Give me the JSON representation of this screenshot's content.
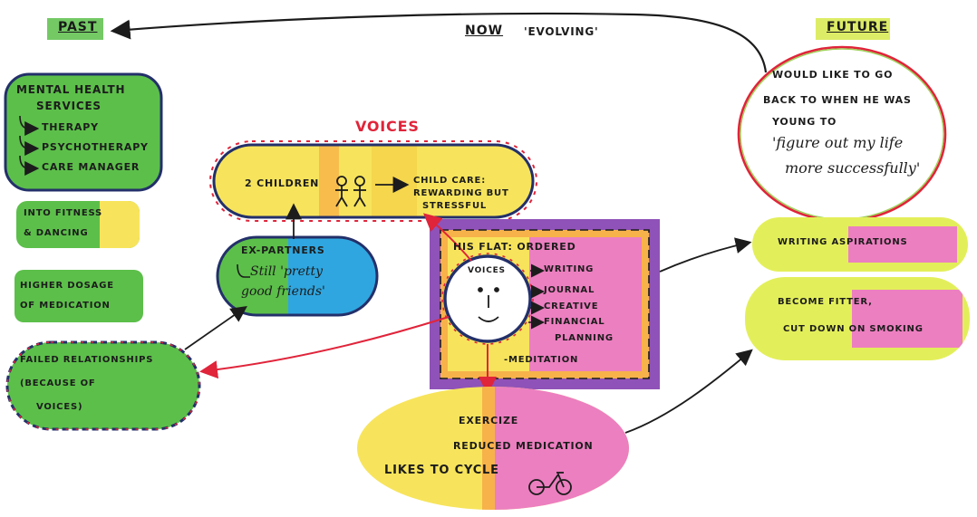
{
  "headers": {
    "past": "PAST",
    "now": "NOW",
    "evolving": "'EVOLVING'",
    "future": "FUTURE"
  },
  "past": {
    "mental_health": {
      "title_line1": "MENTAL HEALTH",
      "title_line2": "SERVICES",
      "items": [
        "THERAPY",
        "PSYCHOTHERAPY",
        "CARE MANAGER"
      ]
    },
    "fitness": {
      "line1": "INTO FITNESS",
      "line2": "& DANCING"
    },
    "medication": {
      "line1": "HIGHER DOSAGE",
      "line2": "OF MEDICATION"
    },
    "failed": {
      "line1": "FAILED RELATIONSHIPS",
      "line2": "(BECAUSE OF",
      "line3": "VOICES)"
    }
  },
  "now": {
    "voices_label": "VOICES",
    "children": {
      "left": "2 CHILDREN",
      "right_line1": "CHILD CARE:",
      "right_line2": "REWARDING BUT",
      "right_line3": "STRESSFUL"
    },
    "ex_partners": {
      "line1": "EX-PARTNERS",
      "line2": "Still 'pretty",
      "line3": "good friends'"
    },
    "flat": {
      "title": "HIS FLAT: ORDERED",
      "items": [
        "WRITING",
        "JOURNAL",
        "CREATIVE",
        "FINANCIAL",
        "PLANNING"
      ],
      "meditation": "-MEDITATION",
      "face_label": "VOICES"
    },
    "exercise": {
      "line1": "EXERCIZE",
      "line2": "REDUCED MEDICATION",
      "line3": "LIKES TO CYCLE"
    }
  },
  "future": {
    "go_back": {
      "line1": "WOULD LIKE TO GO",
      "line2": "BACK TO WHEN HE WAS",
      "line3": "YOUNG TO",
      "line4": "'figure out my life",
      "line5": "more successfully'"
    },
    "writing": "WRITING ASPIRATIONS",
    "fitter": {
      "line1": "BECOME FITTER,",
      "line2": "CUT DOWN ON SMOKING"
    }
  },
  "colors": {
    "green": "#5cbf4a",
    "yellow": "#f7e45c",
    "pink": "#ec7fc0",
    "blue": "#2fa6e0",
    "purple": "#8f52b8",
    "lime": "#e3ef5a",
    "orange": "#f7b24a",
    "outline_navy": "#23306a",
    "outline_red": "#e0243a",
    "ink": "#1c1c1c"
  },
  "icons": [
    "stick-figures-icon",
    "bicycle-icon",
    "face-icon"
  ]
}
